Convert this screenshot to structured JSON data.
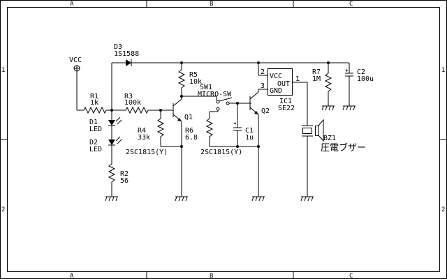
{
  "frame": {
    "columns": [
      "A",
      "B",
      "C"
    ],
    "rows": [
      "1",
      "2"
    ]
  },
  "supply": {
    "label": "VCC"
  },
  "components": {
    "d3": {
      "ref": "D3",
      "value": "1S1588"
    },
    "r1": {
      "ref": "R1",
      "value": "1k"
    },
    "r3": {
      "ref": "R3",
      "value": "100k"
    },
    "d1": {
      "ref": "D1",
      "value": "LED"
    },
    "d2": {
      "ref": "D2",
      "value": "LED"
    },
    "r2": {
      "ref": "R2",
      "value": "56"
    },
    "r4": {
      "ref": "R4",
      "value": "33k"
    },
    "r5": {
      "ref": "R5",
      "value": "10k"
    },
    "r6": {
      "ref": "R6",
      "value": "6.8"
    },
    "q1": {
      "ref": "Q1",
      "value": "2SC1815(Y)"
    },
    "q2": {
      "ref": "Q2",
      "value": "2SC1815(Y)"
    },
    "sw1": {
      "ref": "SW1",
      "value": "MICRO-SW"
    },
    "c1": {
      "ref": "C1",
      "value": "1u"
    },
    "c2": {
      "ref": "C2",
      "value": "100u"
    },
    "r7": {
      "ref": "R7",
      "value": "1M"
    },
    "ic1": {
      "ref": "IC1",
      "value": "SE22",
      "pins": {
        "vcc": "VCC",
        "out": "OUT",
        "gnd": "GND",
        "n1": "1",
        "n2": "2",
        "n3": "3"
      }
    },
    "bz1": {
      "ref": "BZ1",
      "value": "圧電ブザー"
    }
  }
}
